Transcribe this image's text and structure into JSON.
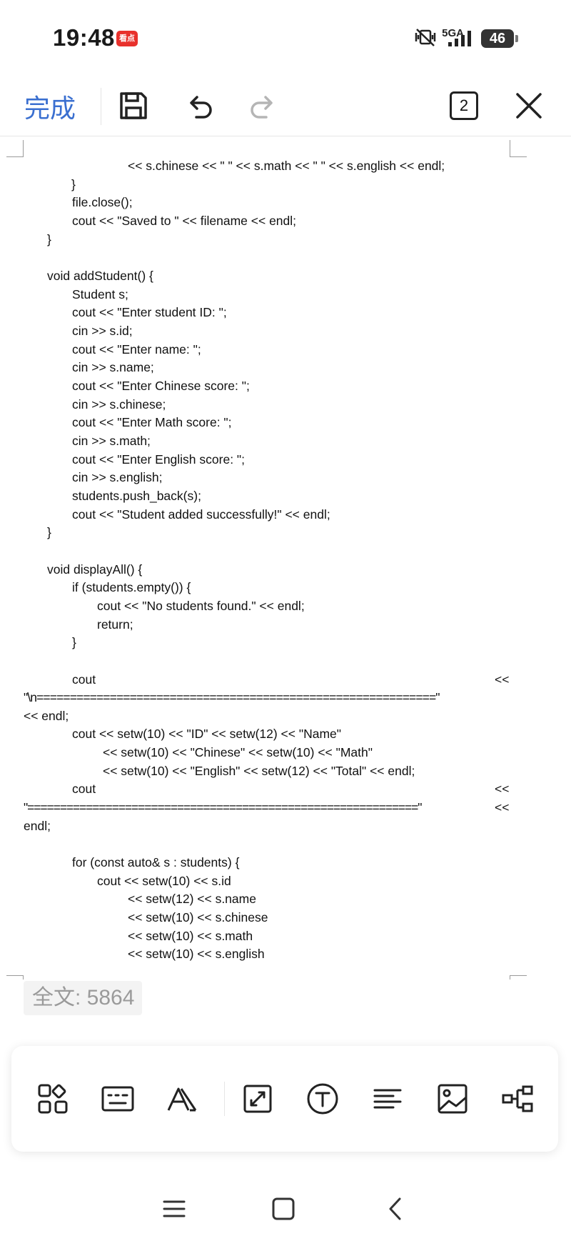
{
  "status_bar": {
    "time": "19:48",
    "news_badge": "看点",
    "network": "5GA",
    "battery": "46"
  },
  "toolbar": {
    "done_label": "完成",
    "page_count": "2",
    "icons": [
      "save-icon",
      "undo-icon",
      "redo-icon",
      "page-count-icon",
      "close-icon"
    ]
  },
  "document": {
    "lines": [
      "<< s.chinese << \" \" << s.math << \" \" << s.english << endl;",
      "}",
      "file.close();",
      "cout << \"Saved to \" << filename << endl;",
      "}",
      "void addStudent() {",
      "Student s;",
      "cout << \"Enter student ID: \";",
      "cin >> s.id;",
      "cout << \"Enter name: \";",
      "cin >> s.name;",
      "cout << \"Enter Chinese score: \";",
      "cin >> s.chinese;",
      "cout << \"Enter Math score: \";",
      "cin >> s.math;",
      "cout << \"Enter English score: \";",
      "cin >> s.english;",
      "students.push_back(s);",
      "cout << \"Student added successfully!\" << endl;",
      "}",
      "void displayAll() {",
      "if (students.empty()) {",
      "cout << \"No students found.\" << endl;",
      "return;",
      "}",
      "cout",
      "<<",
      "\"\\n============================================================\"",
      "<< endl;",
      "cout << setw(10) << \"ID\" << setw(12) << \"Name\"",
      "<< setw(10) << \"Chinese\" << setw(10) << \"Math\"",
      "<< setw(10) << \"English\" << setw(12) << \"Total\" << endl;",
      "cout",
      "<<",
      "\"============================================================\"",
      "<<",
      "endl;",
      "for (const auto& s : students) {",
      "cout << setw(10) << s.id",
      "<< setw(12) << s.name",
      "<< setw(10) << s.chinese",
      "<< setw(10) << s.math",
      "<< setw(10) << s.english"
    ],
    "word_count": "全文: 5864"
  },
  "format_panel": {
    "icons": [
      "grid-icon",
      "keyboard-icon",
      "font-style-icon",
      "expand-icon",
      "text-icon",
      "align-left-icon",
      "image-icon",
      "structure-icon"
    ]
  },
  "nav_bar": {
    "icons": [
      "menu-icon",
      "home-icon",
      "back-icon"
    ]
  }
}
